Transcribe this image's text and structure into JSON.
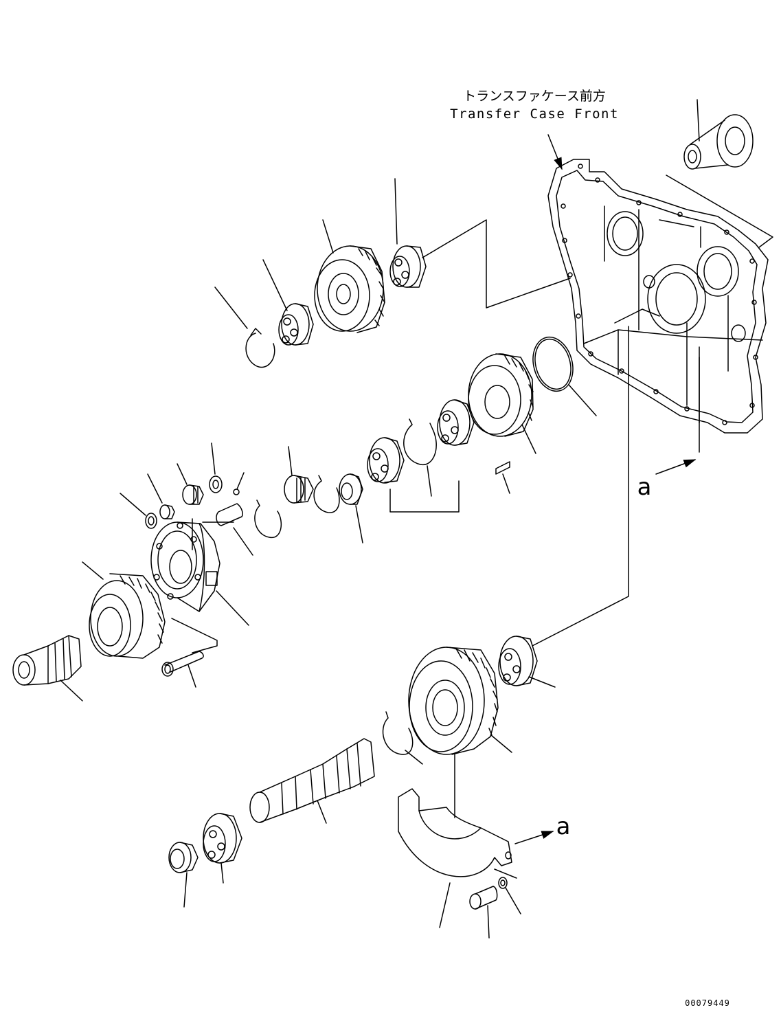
{
  "header": {
    "label_jp": "トランスファケース前方",
    "label_en": "Transfer Case Front"
  },
  "refs": {
    "upper": "a",
    "lower": "a"
  },
  "footer": {
    "drawing_code": "00079449"
  },
  "colors": {
    "ink": "#000000",
    "paper": "#ffffff"
  }
}
